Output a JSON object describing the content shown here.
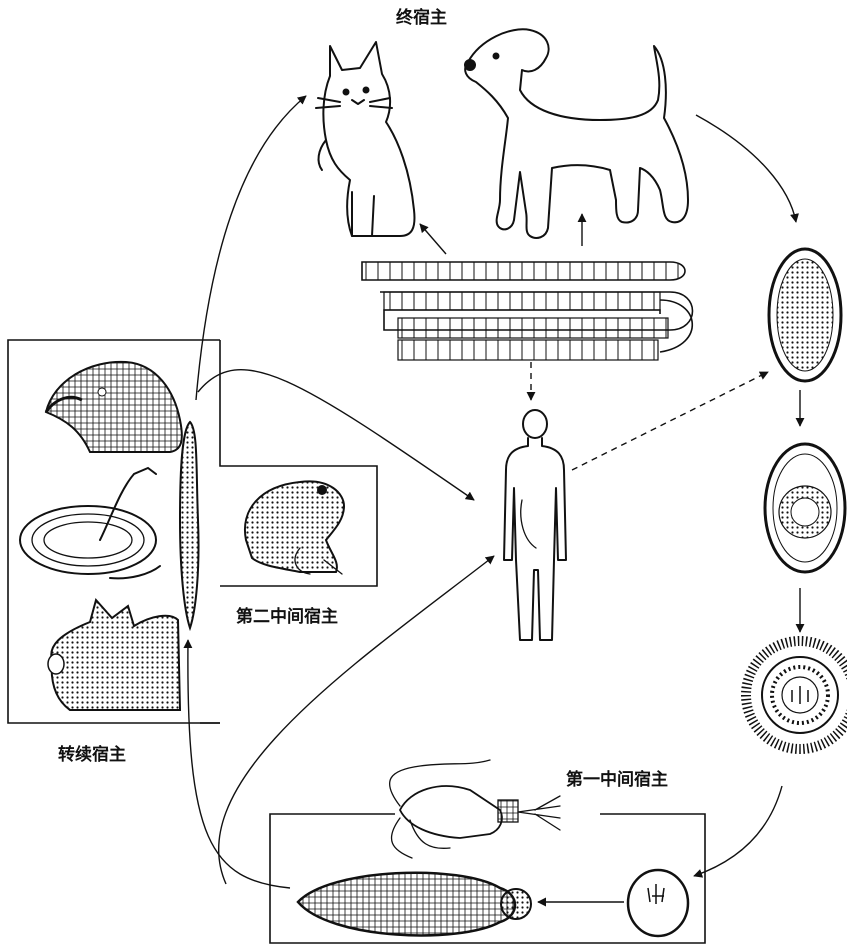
{
  "labels": {
    "final_host": "终宿主",
    "second_intermediate_host": "第二中间宿主",
    "paratenic_host": "转续宿主",
    "first_intermediate_host": "第一中间宿主"
  },
  "nodes": [
    {
      "id": "cat",
      "icon": "cat-icon",
      "group": "final_host"
    },
    {
      "id": "dog",
      "icon": "dog-icon",
      "group": "final_host"
    },
    {
      "id": "adult-worm",
      "icon": "tapeworm-icon"
    },
    {
      "id": "human",
      "icon": "human-icon"
    },
    {
      "id": "egg",
      "icon": "egg-icon"
    },
    {
      "id": "embryonated-egg",
      "icon": "embryonated-egg-icon"
    },
    {
      "id": "coracidium",
      "icon": "coracidium-icon"
    },
    {
      "id": "copepod",
      "icon": "copepod-icon",
      "group": "first_intermediate_host"
    },
    {
      "id": "procercoid",
      "icon": "procercoid-icon",
      "group": "first_intermediate_host"
    },
    {
      "id": "plerocercoid",
      "icon": "plerocercoid-icon",
      "group": "first_intermediate_host"
    },
    {
      "id": "sparganum",
      "icon": "sparganum-icon"
    },
    {
      "id": "frog",
      "icon": "frog-icon",
      "group": "second_intermediate_host"
    },
    {
      "id": "bird",
      "icon": "bird-icon",
      "group": "paratenic_host"
    },
    {
      "id": "snake",
      "icon": "snake-icon",
      "group": "paratenic_host"
    },
    {
      "id": "pig",
      "icon": "pig-icon",
      "group": "paratenic_host"
    }
  ],
  "edges": [
    {
      "from": "dog",
      "to": "egg",
      "style": "solid"
    },
    {
      "from": "egg",
      "to": "embryonated-egg",
      "style": "solid"
    },
    {
      "from": "embryonated-egg",
      "to": "coracidium",
      "style": "solid"
    },
    {
      "from": "coracidium",
      "to": "procercoid",
      "style": "solid"
    },
    {
      "from": "procercoid",
      "to": "plerocercoid",
      "style": "solid"
    },
    {
      "from": "plerocercoid",
      "to": "sparganum",
      "style": "solid"
    },
    {
      "from": "plerocercoid",
      "to": "human",
      "style": "solid"
    },
    {
      "from": "sparganum",
      "to": "cat",
      "style": "solid"
    },
    {
      "from": "sparganum",
      "to": "human",
      "style": "solid"
    },
    {
      "from": "adult-worm",
      "to": "cat",
      "style": "solid"
    },
    {
      "from": "adult-worm",
      "to": "dog",
      "style": "solid"
    },
    {
      "from": "adult-worm",
      "to": "human",
      "style": "dashed"
    },
    {
      "from": "human",
      "to": "egg",
      "style": "dashed"
    }
  ]
}
